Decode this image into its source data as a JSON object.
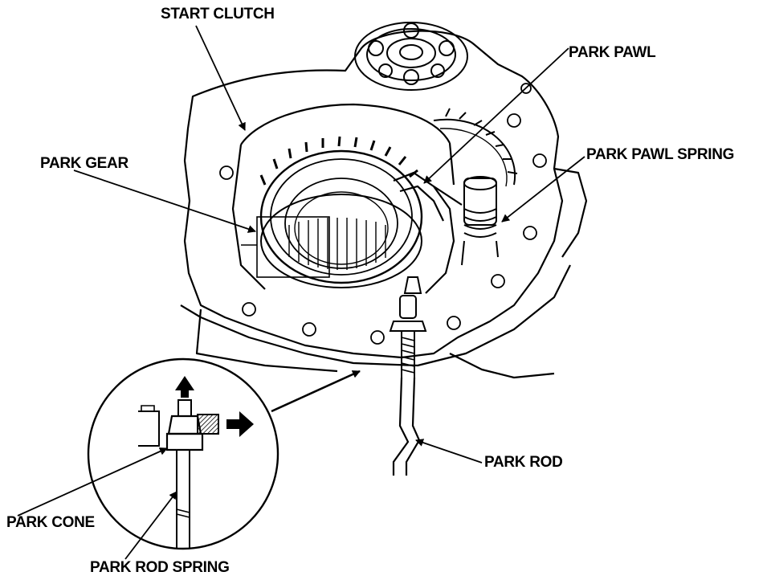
{
  "labels": {
    "start_clutch": "START CLUTCH",
    "park_pawl": "PARK PAWL",
    "park_pawl_spring": "PARK PAWL SPRING",
    "park_gear": "PARK GEAR",
    "park_rod": "PARK ROD",
    "park_cone": "PARK CONE",
    "park_rod_spring": "PARK ROD SPRING"
  },
  "colors": {
    "ink": "#000000",
    "paper": "#ffffff",
    "hatch": "#7a7a7a"
  }
}
